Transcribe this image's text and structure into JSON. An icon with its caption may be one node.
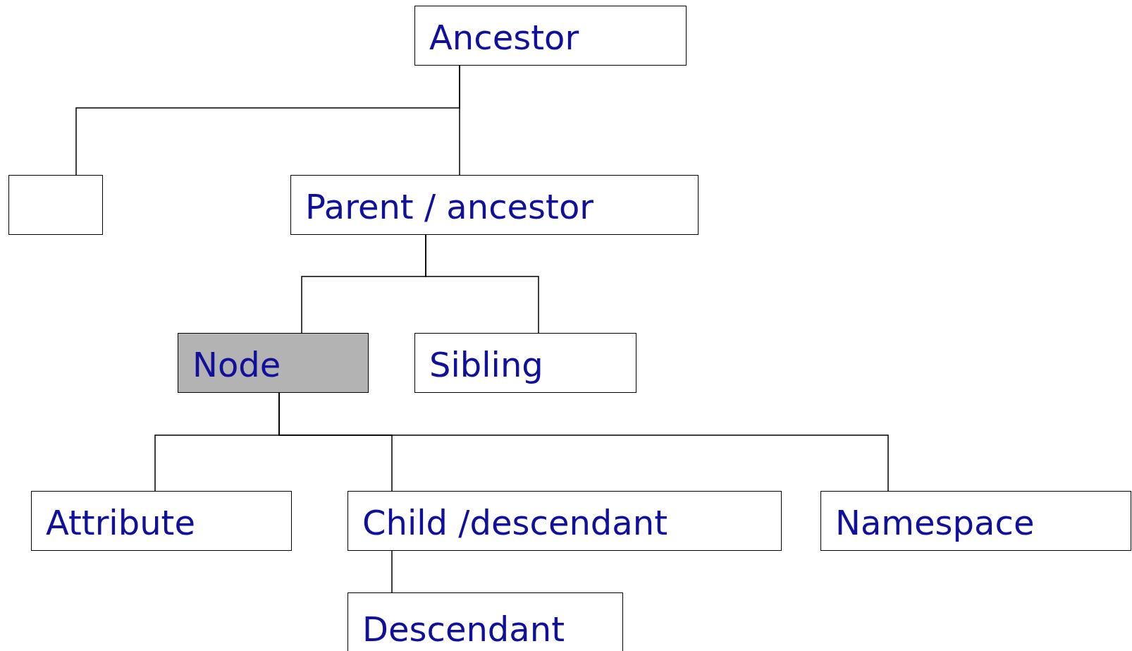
{
  "diagram": {
    "nodes": [
      {
        "text": [
          "Ancestor"
        ]
      },
      {
        "text": [],
        "shape": "box"
      },
      {
        "text": [
          "Parent / ancestor"
        ]
      },
      {
        "text": [
          "Node"
        ]
      },
      {
        "text": [
          "Sibling"
        ]
      },
      {
        "text": [
          "Attribute"
        ]
      },
      {
        "text": [
          "Child /descendant"
        ]
      },
      {
        "text": [
          "Namespace"
        ]
      },
      {
        "text": [
          "Descendant"
        ]
      }
    ],
    "edges": [
      {
        "from": 0,
        "to": 1,
        "arrow": "none"
      },
      {
        "from": 0,
        "to": 2,
        "arrow": "none"
      },
      {
        "from": 2,
        "to": 3,
        "arrow": "none"
      },
      {
        "from": 2,
        "to": 4,
        "arrow": "none"
      },
      {
        "from": 3,
        "to": 5,
        "arrow": "none"
      },
      {
        "from": 3,
        "to": 6,
        "arrow": "none"
      },
      {
        "from": 3,
        "to": 7,
        "arrow": "none"
      },
      {
        "from": 6,
        "to": 8,
        "arrow": "none"
      }
    ]
  }
}
